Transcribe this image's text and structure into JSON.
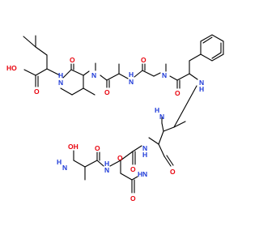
{
  "colors": {
    "bond": "#000000",
    "oxygen": "#e8000b",
    "nitrogen": "#1f3bd8",
    "carbon": "#000000"
  },
  "labels": {
    "oh_acid": "HO",
    "o_acid": "O",
    "h_leu": "H",
    "n_leu": "N",
    "o_ile": "O",
    "n_ile": "N",
    "h_ala": "H",
    "n_ala": "N",
    "o_ala": "O",
    "o_gly": "O",
    "n_gly": "N",
    "o_phe": "O",
    "h_phe": "H",
    "n_phe": "N",
    "h2n_asn1": "H",
    "n2_asn1": "N",
    "o_asn1_side": "O",
    "nh2_ser_h": "H",
    "nh2_ser_n": "N",
    "h_ser": "H",
    "n_ser": "N",
    "oh_ser": "OH",
    "o_ser": "O",
    "o_asn2": "O",
    "h_asn2": "H",
    "n_asn2": "N",
    "o_asn2_backbone": "O",
    "h2n_asn2": "H",
    "n_asn2_amide": "N",
    "o_asn2_side": "O"
  }
}
